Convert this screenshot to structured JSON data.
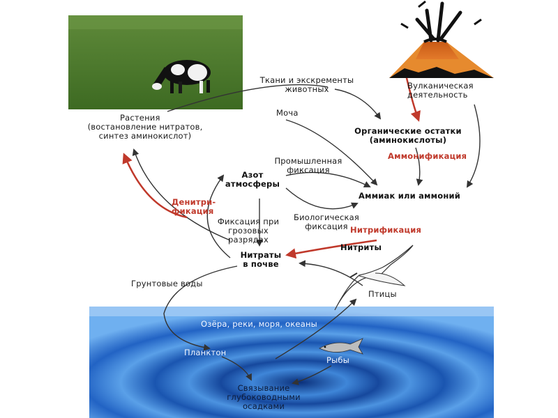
{
  "diagram": {
    "plants": {
      "line1": "Растения",
      "line2": "(востановление нитратов,",
      "line3": "синтез аминокислот)"
    },
    "tissues": {
      "line1": "Ткани и экскременты",
      "line2": "животных"
    },
    "urine": "Моча",
    "volcanic": {
      "line1": "Вулканическая",
      "line2": "деятельность"
    },
    "organic": {
      "line1": "Органические остатки",
      "line2": "(аминокислоты)"
    },
    "industrial": {
      "line1": "Промышленная",
      "line2": "фиксация"
    },
    "ammonification": "Аммонификация",
    "atm_nitrogen": {
      "line1": "Азот",
      "line2": "атмосферы"
    },
    "ammonia": "Аммиак или аммоний",
    "denitrification": {
      "line1": "Денитри-",
      "line2": "фикация"
    },
    "lightning": {
      "line1": "Фиксация при",
      "line2": "грозовых",
      "line3": "разрядах"
    },
    "biological": {
      "line1": "Биологическая",
      "line2": "фиксация"
    },
    "nitrification": "Нитрификация",
    "nitrites": "Нитриты",
    "nitrates": {
      "line1": "Нитраты",
      "line2": "в почве"
    },
    "groundwater": "Грунтовые воды",
    "birds": "Птицы",
    "waters": "Озёра, реки, моря, океаны",
    "plankton": "Планктон",
    "fish": "Рыбы",
    "sediments": {
      "line1": "Связывание",
      "line2": "глубоководными",
      "line3": "осадками"
    }
  },
  "colors": {
    "arrow": "#333333",
    "red_arrow": "#c0392b",
    "water": "#1f5fbf",
    "grass": "#4a7a2a"
  }
}
